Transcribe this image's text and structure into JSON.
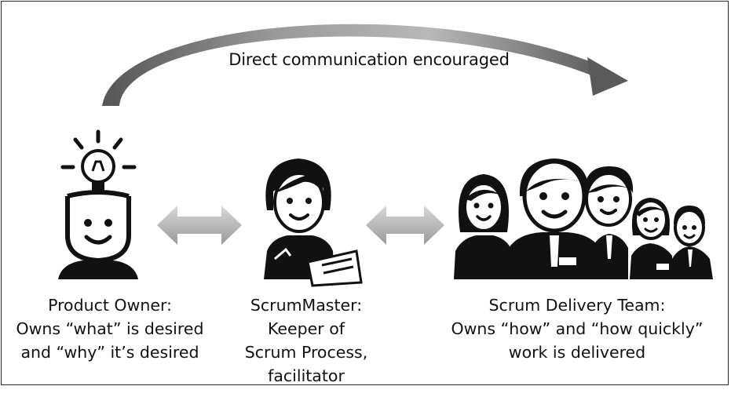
{
  "banner": {
    "text": "Direct communication encouraged"
  },
  "roles": {
    "product_owner": {
      "lines": [
        "Product Owner:",
        "Owns “what” is desired",
        "and “why” it’s desired"
      ]
    },
    "scrum_master": {
      "lines": [
        "ScrumMaster:",
        "Keeper of",
        "Scrum Process,",
        "facilitator"
      ]
    },
    "delivery_team": {
      "lines": [
        "Scrum Delivery Team:",
        "Owns “how” and “how quickly”",
        "work is delivered"
      ]
    }
  },
  "icons": {
    "owner": "lightbulb-head-icon",
    "master": "woman-with-clipboard-icon",
    "team": "team-group-icon"
  },
  "colors": {
    "arrow_dark": "#555555",
    "arrow_light": "#cfcfcf",
    "figure": "#111111"
  }
}
